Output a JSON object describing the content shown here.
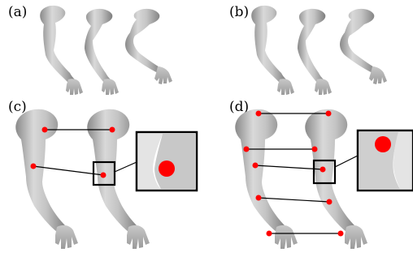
{
  "panels": [
    {
      "id": "a",
      "label": "(a)"
    },
    {
      "id": "b",
      "label": "(b)"
    },
    {
      "id": "c",
      "label": "(c)"
    },
    {
      "id": "d",
      "label": "(d)"
    }
  ],
  "colors": {
    "arm_light": "#e6e6e6",
    "arm_mid": "#b9b9b9",
    "arm_dark": "#8a8a8a",
    "marker": "#ff0000",
    "line": "#000000"
  }
}
